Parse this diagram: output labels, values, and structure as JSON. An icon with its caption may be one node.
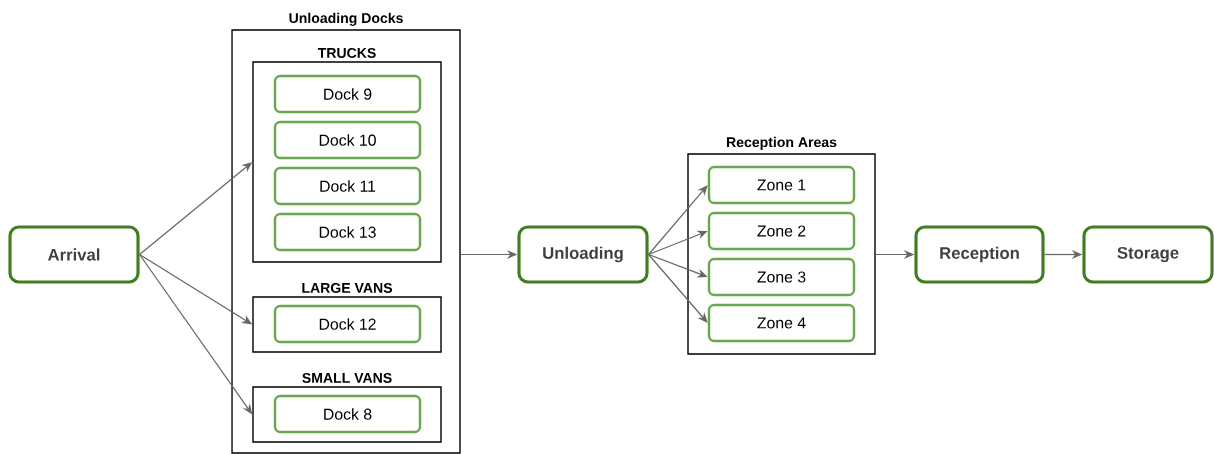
{
  "diagram": {
    "nodes": [
      {
        "text": [
          "Arrival"
        ]
      },
      {
        "text": [
          "Unloading Docks"
        ]
      },
      {
        "text": [
          "TRUCKS"
        ],
        "in": 1
      },
      {
        "text": [
          "Dock 9"
        ],
        "in": 2
      },
      {
        "text": [
          "Dock 10"
        ],
        "in": 2
      },
      {
        "text": [
          "Dock 11"
        ],
        "in": 2
      },
      {
        "text": [
          "Dock 13"
        ],
        "in": 2
      },
      {
        "text": [
          "LARGE VANS"
        ],
        "in": 1
      },
      {
        "text": [
          "Dock 12"
        ],
        "in": 7
      },
      {
        "text": [
          "SMALL VANS"
        ],
        "in": 1
      },
      {
        "text": [
          "Dock 8"
        ],
        "in": 9
      },
      {
        "text": [
          "Unloading"
        ]
      },
      {
        "text": [
          "Reception Areas"
        ]
      },
      {
        "text": [
          "Zone 1"
        ],
        "in": 12
      },
      {
        "text": [
          "Zone 2"
        ],
        "in": 12
      },
      {
        "text": [
          "Zone 3"
        ],
        "in": 12
      },
      {
        "text": [
          "Zone 4"
        ],
        "in": 12
      },
      {
        "text": [
          "Reception"
        ]
      },
      {
        "text": [
          "Storage"
        ]
      }
    ],
    "edges": [
      {
        "from": 0,
        "to": 2,
        "arrow": "to"
      },
      {
        "from": 0,
        "to": 7,
        "arrow": "to"
      },
      {
        "from": 0,
        "to": 9,
        "arrow": "to"
      },
      {
        "from": 1,
        "to": 11,
        "arrow": "to"
      },
      {
        "from": 11,
        "to": 13,
        "arrow": "to"
      },
      {
        "from": 11,
        "to": 14,
        "arrow": "to"
      },
      {
        "from": 11,
        "to": 15,
        "arrow": "to"
      },
      {
        "from": 11,
        "to": 16,
        "arrow": "to"
      },
      {
        "from": 12,
        "to": 17,
        "arrow": "to"
      },
      {
        "from": 17,
        "to": 18,
        "arrow": "to"
      }
    ]
  }
}
